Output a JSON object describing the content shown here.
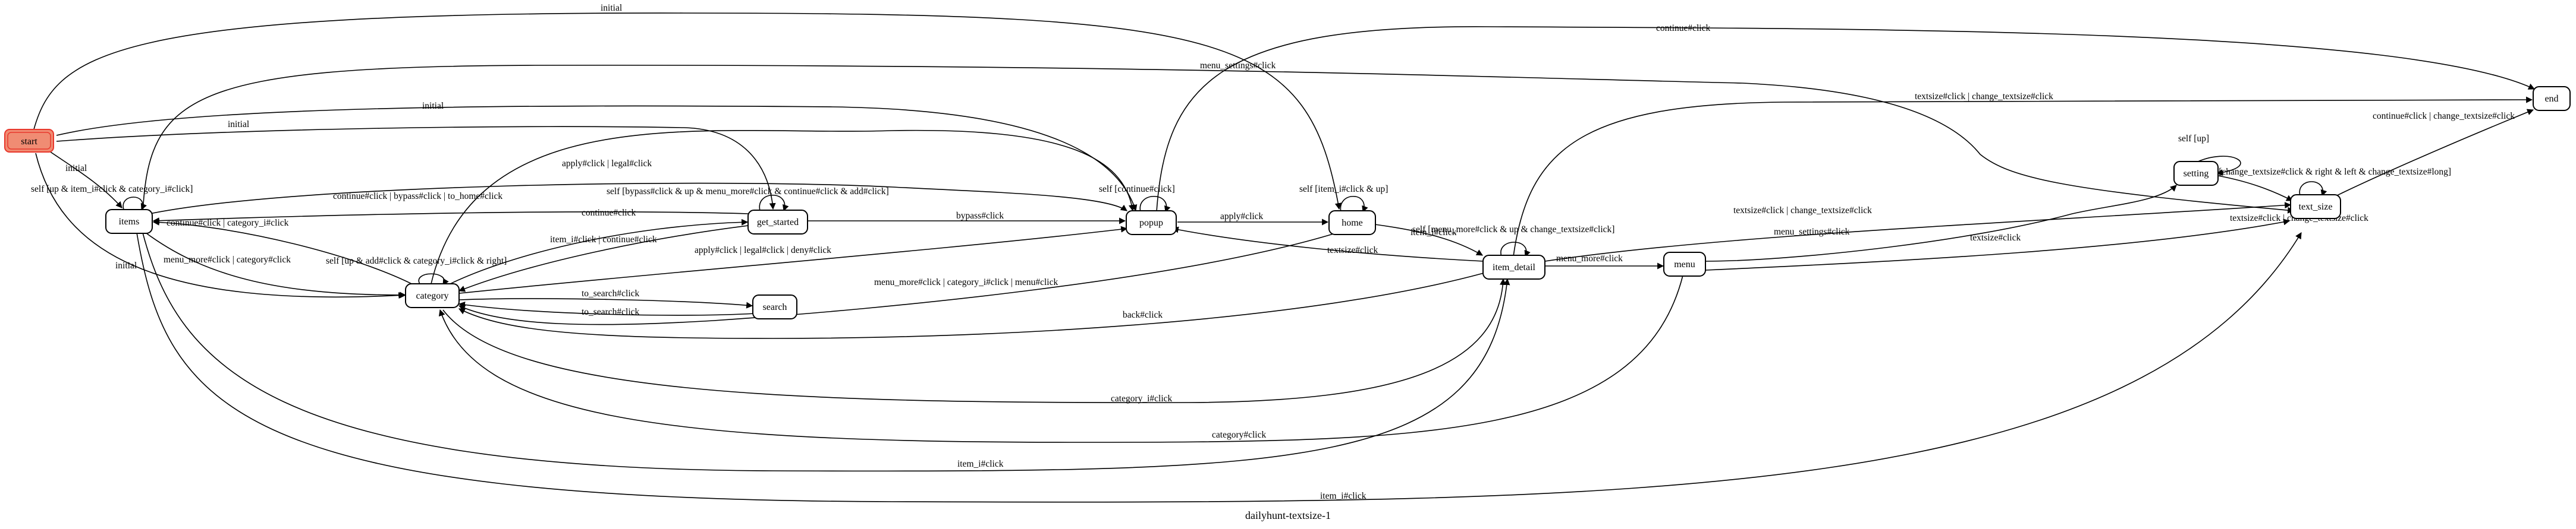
{
  "caption": "dailyhunt-textsize-1",
  "colors": {
    "start_fill": "#f08c73",
    "start_stroke": "#e8382c",
    "node_fill": "#ffffff",
    "line": "#000000"
  },
  "nodes": {
    "start": "start",
    "items": "items",
    "category": "category",
    "search": "search",
    "get_started": "get_started",
    "popup": "popup",
    "home": "home",
    "item_detail": "item_detail",
    "menu": "menu",
    "setting": "setting",
    "text_size": "text_size",
    "end": "end"
  },
  "edges": {
    "start_home": "initial",
    "start_items": "initial",
    "start_popup": "initial",
    "start_get_started": "initial",
    "start_category": "initial",
    "items_self": "self [up & item_i#click & category_i#click]",
    "items_category": "menu_more#click | category#click",
    "items_popup": "apply#click | legal#click",
    "items_get_started": "continue#click | bypass#click | to_home#click",
    "items_item_detail": "item_i#click",
    "items_text_size": "item_i#click",
    "items_setting": "menu_settings#click",
    "category_self": "self [up & add#click & category_i#click & right]",
    "category_items": "continue#click | category_i#click",
    "category_get_started": "continue#click",
    "category_popup": "apply#click | legal#click | deny#click",
    "category_search": "to_search#click",
    "search_category": "to_search#click",
    "category_item_detail": "category_i#click",
    "get_started_self": "self [bypass#click & up & menu_more#click & continue#click & add#click]",
    "get_started_category": "item_i#click | continue#click",
    "get_started_popup": "bypass#click",
    "popup_self": "self [continue#click]",
    "popup_home": "apply#click",
    "popup_end": "continue#click",
    "home_self": "self [item_i#click & up]",
    "home_item_detail": "item_i#click",
    "home_category": "menu_more#click | category_i#click | menu#click",
    "item_detail_self": "self [menu_more#click & up & change_textsize#click]",
    "item_detail_popup": "textsize#click",
    "item_detail_category": "back#click",
    "item_detail_menu": "menu_more#click",
    "item_detail_text_size": "textsize#click | change_textsize#click",
    "item_detail_end": "textsize#click | change_textsize#click",
    "menu_setting": "menu_settings#click",
    "menu_text_size": "textsize#click",
    "menu_category": "category#click",
    "setting_self": "self [up]",
    "setting_text_size": "textsize#click | change_textsize#click",
    "text_size_self": "self [change_textsize#click & right & left & change_textsize#long]",
    "text_size_end": "continue#click | change_textsize#click"
  }
}
